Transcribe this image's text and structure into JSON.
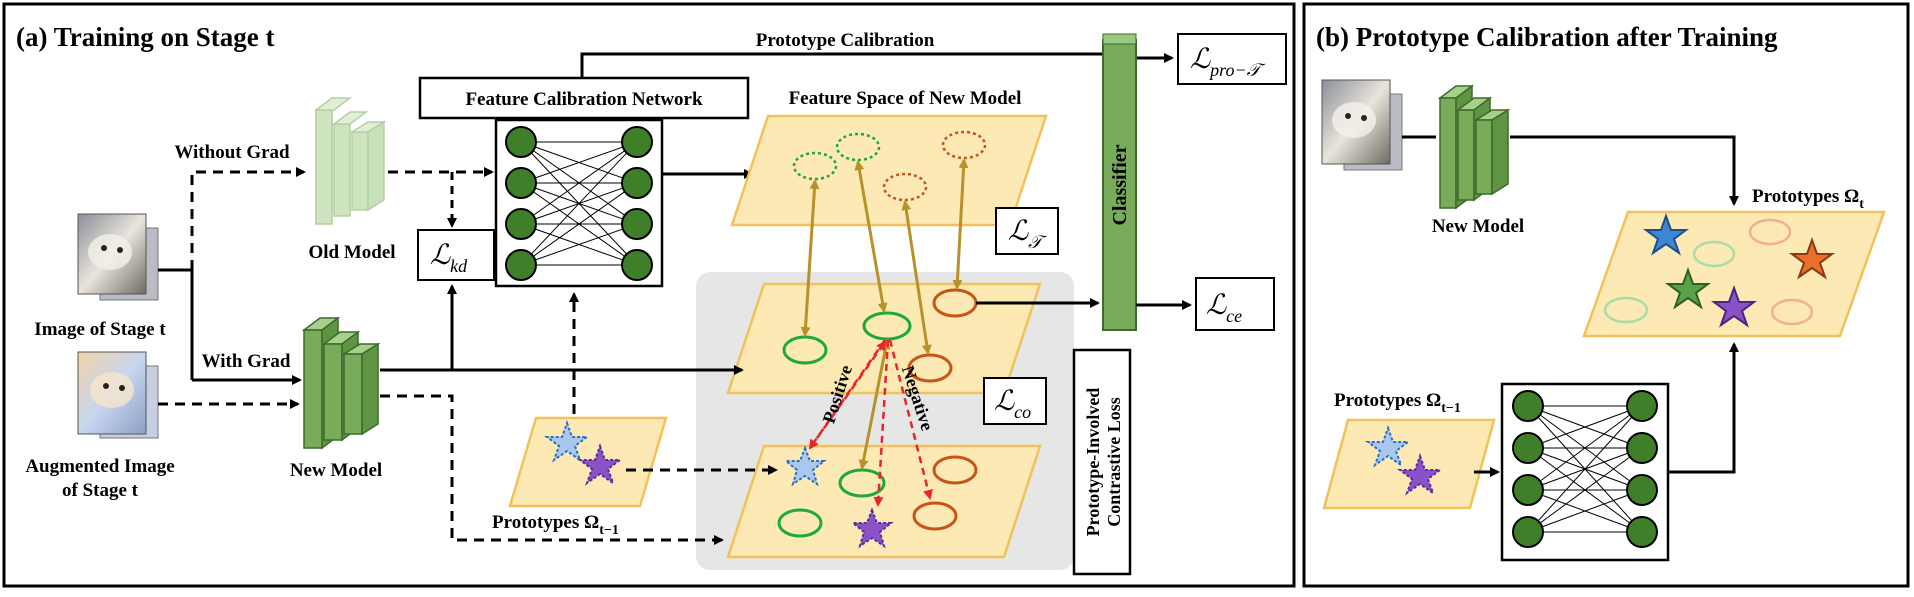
{
  "panel_a": {
    "title": "(a) Training on Stage t",
    "prototype_calibration_label": "Prototype Calibration",
    "loss_pro_T": "ℒ",
    "loss_pro_T_sub": "pro−𝒯",
    "feature_calibration_network": "Feature Calibration Network",
    "feature_space_label": "Feature Space of New Model",
    "without_grad": "Without Grad",
    "with_grad": "With Grad",
    "old_model": "Old Model",
    "new_model": "New Model",
    "loss_kd": "ℒ",
    "loss_kd_sub": "kd",
    "loss_T": "ℒ",
    "loss_T_sub": "𝒯",
    "loss_ce": "ℒ",
    "loss_ce_sub": "ce",
    "loss_co": "ℒ",
    "loss_co_sub": "co",
    "classifier": "Classifier",
    "image_of_stage": "Image of Stage t",
    "augmented_line1": "Augmented Image",
    "augmented_line2": "of Stage t",
    "prototypes_label": "Prototypes Ω",
    "prototypes_sub": "t−1",
    "positive": "Positive",
    "negative": "Negative",
    "contrastive_line1": "Prototype-Involved",
    "contrastive_line2": "Contrastive Loss"
  },
  "panel_b": {
    "title": "(b) Prototype Calibration after Training",
    "new_model": "New Model",
    "prototypes_t_label": "Prototypes Ω",
    "prototypes_t_sub": "t",
    "prototypes_prev_label": "Prototypes Ω",
    "prototypes_prev_sub": "t−1"
  },
  "colors": {
    "green_node": "#3f7f2a",
    "plane_fill": "#fde9b4",
    "plane_stroke": "#f2c15a",
    "model_green": "#78ab5a",
    "green_ellipse": "#1daa3a",
    "orange_ellipse": "#c8541a",
    "gold_arrow": "#b8912b",
    "red_dash": "#e6262a",
    "gray_region": "#e6e6e6"
  }
}
